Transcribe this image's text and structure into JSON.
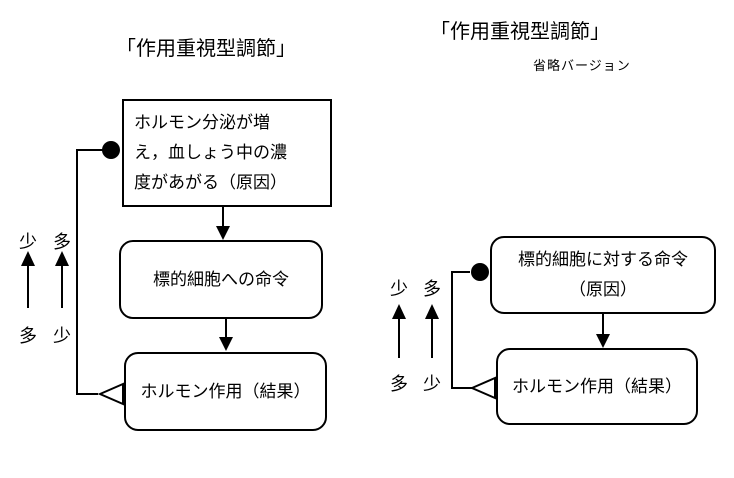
{
  "left": {
    "title": "「作用重視型調節」",
    "cause_box": [
      "ホルモン分泌が増",
      "え，血しょう中の濃",
      "度があがる（原因）"
    ],
    "command_box": [
      "標的細胞への命令"
    ],
    "result_box": [
      "ホルモン作用（結果）"
    ],
    "indicator_col1": {
      "top": "少",
      "bottom": "多"
    },
    "indicator_col2": {
      "top": "多",
      "bottom": "少"
    }
  },
  "right": {
    "title": "「作用重視型調節」",
    "subtitle": "省略バージョン",
    "command_box": [
      "標的細胞に対する命令",
      "（原因）"
    ],
    "result_box": [
      "ホルモン作用（結果）"
    ],
    "indicator_col1": {
      "top": "少",
      "bottom": "多"
    },
    "indicator_col2": {
      "top": "多",
      "bottom": "少"
    }
  },
  "colors": {
    "line": "#000000",
    "background": "#ffffff"
  }
}
